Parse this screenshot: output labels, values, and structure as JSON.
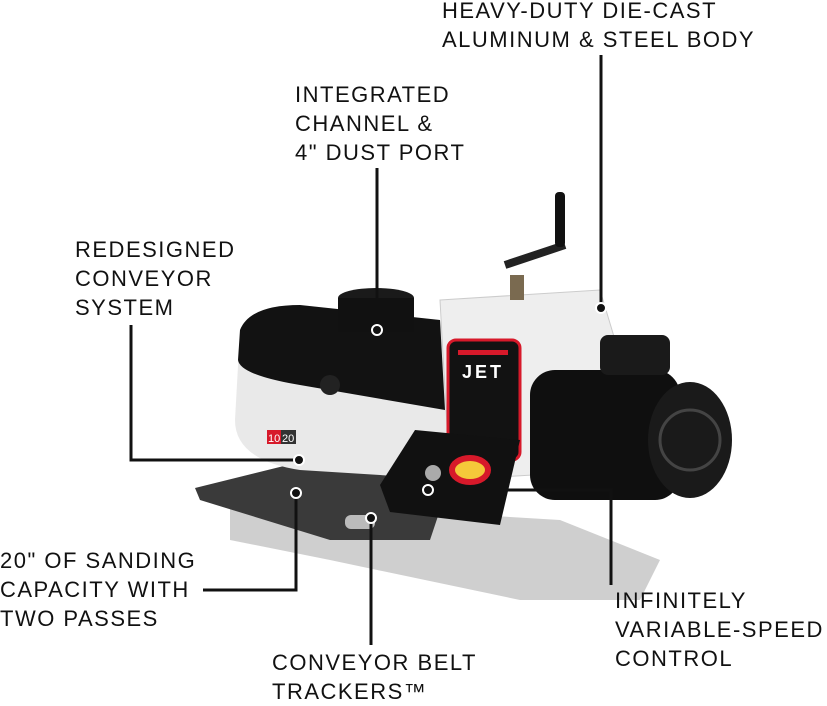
{
  "callouts": {
    "body": [
      "HEAVY-DUTY DIE-CAST",
      "ALUMINUM & STEEL BODY"
    ],
    "dust_port": [
      "INTEGRATED",
      "CHANNEL &",
      "4\" DUST PORT"
    ],
    "conveyor": [
      "REDESIGNED",
      "CONVEYOR",
      "SYSTEM"
    ],
    "capacity": [
      "20\" OF SANDING",
      "CAPACITY WITH",
      "TWO PASSES"
    ],
    "trackers": [
      "CONVEYOR BELT",
      "TRACKERS™"
    ],
    "speed": [
      "INFINITELY",
      "VARIABLE-SPEED",
      "CONTROL"
    ]
  },
  "product": {
    "brand_logo": "JET",
    "model_badge": [
      "10",
      "20"
    ]
  },
  "colors": {
    "brand_red": "#d7192a",
    "body_white": "#ececec",
    "housing_black": "#111111",
    "switch_yellow": "#f5c83a"
  }
}
